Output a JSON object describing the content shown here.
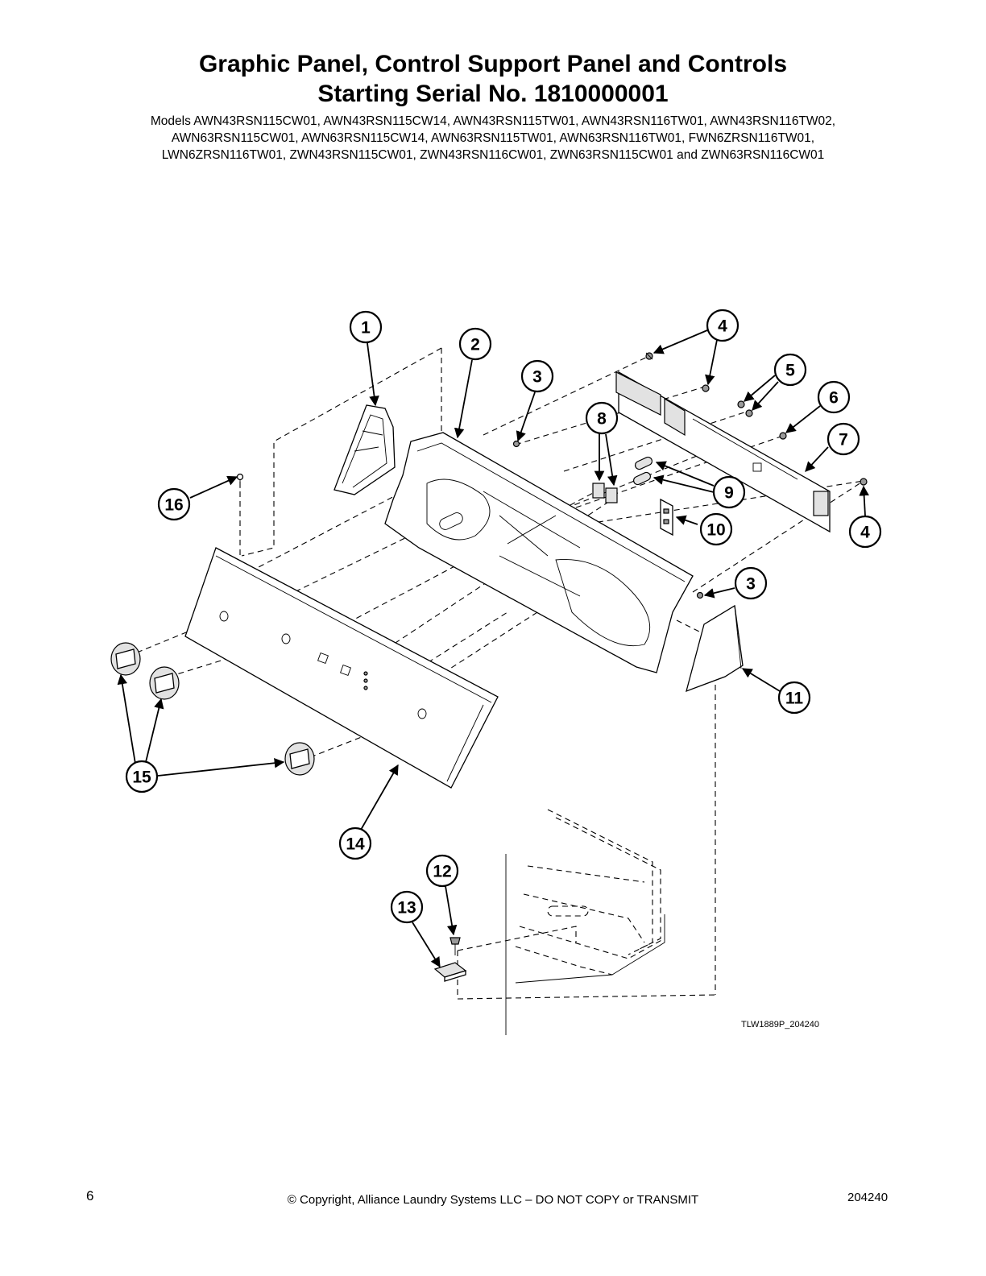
{
  "header": {
    "title_line1": "Graphic Panel, Control Support Panel and Controls",
    "title_line2": "Starting Serial No. 1810000001",
    "models_line1": "Models AWN43RSN115CW01, AWN43RSN115CW14, AWN43RSN115TW01, AWN43RSN116TW01, AWN43RSN116TW02,",
    "models_line2": "AWN63RSN115CW01, AWN63RSN115CW14, AWN63RSN115TW01, AWN63RSN116TW01, FWN6ZRSN116TW01,",
    "models_line3": "LWN6ZRSN116TW01, ZWN43RSN115CW01, ZWN43RSN116CW01, ZWN63RSN115CW01 and ZWN63RSN116CW01"
  },
  "diagram": {
    "figure_id": "TLW1889P_204240",
    "callouts": [
      "1",
      "2",
      "3",
      "3",
      "4",
      "4",
      "5",
      "6",
      "7",
      "8",
      "9",
      "10",
      "11",
      "12",
      "13",
      "14",
      "15",
      "16"
    ]
  },
  "footer": {
    "page_number": "6",
    "copyright": "© Copyright, Alliance Laundry Systems LLC – DO NOT COPY or TRANSMIT",
    "doc_number": "204240"
  }
}
